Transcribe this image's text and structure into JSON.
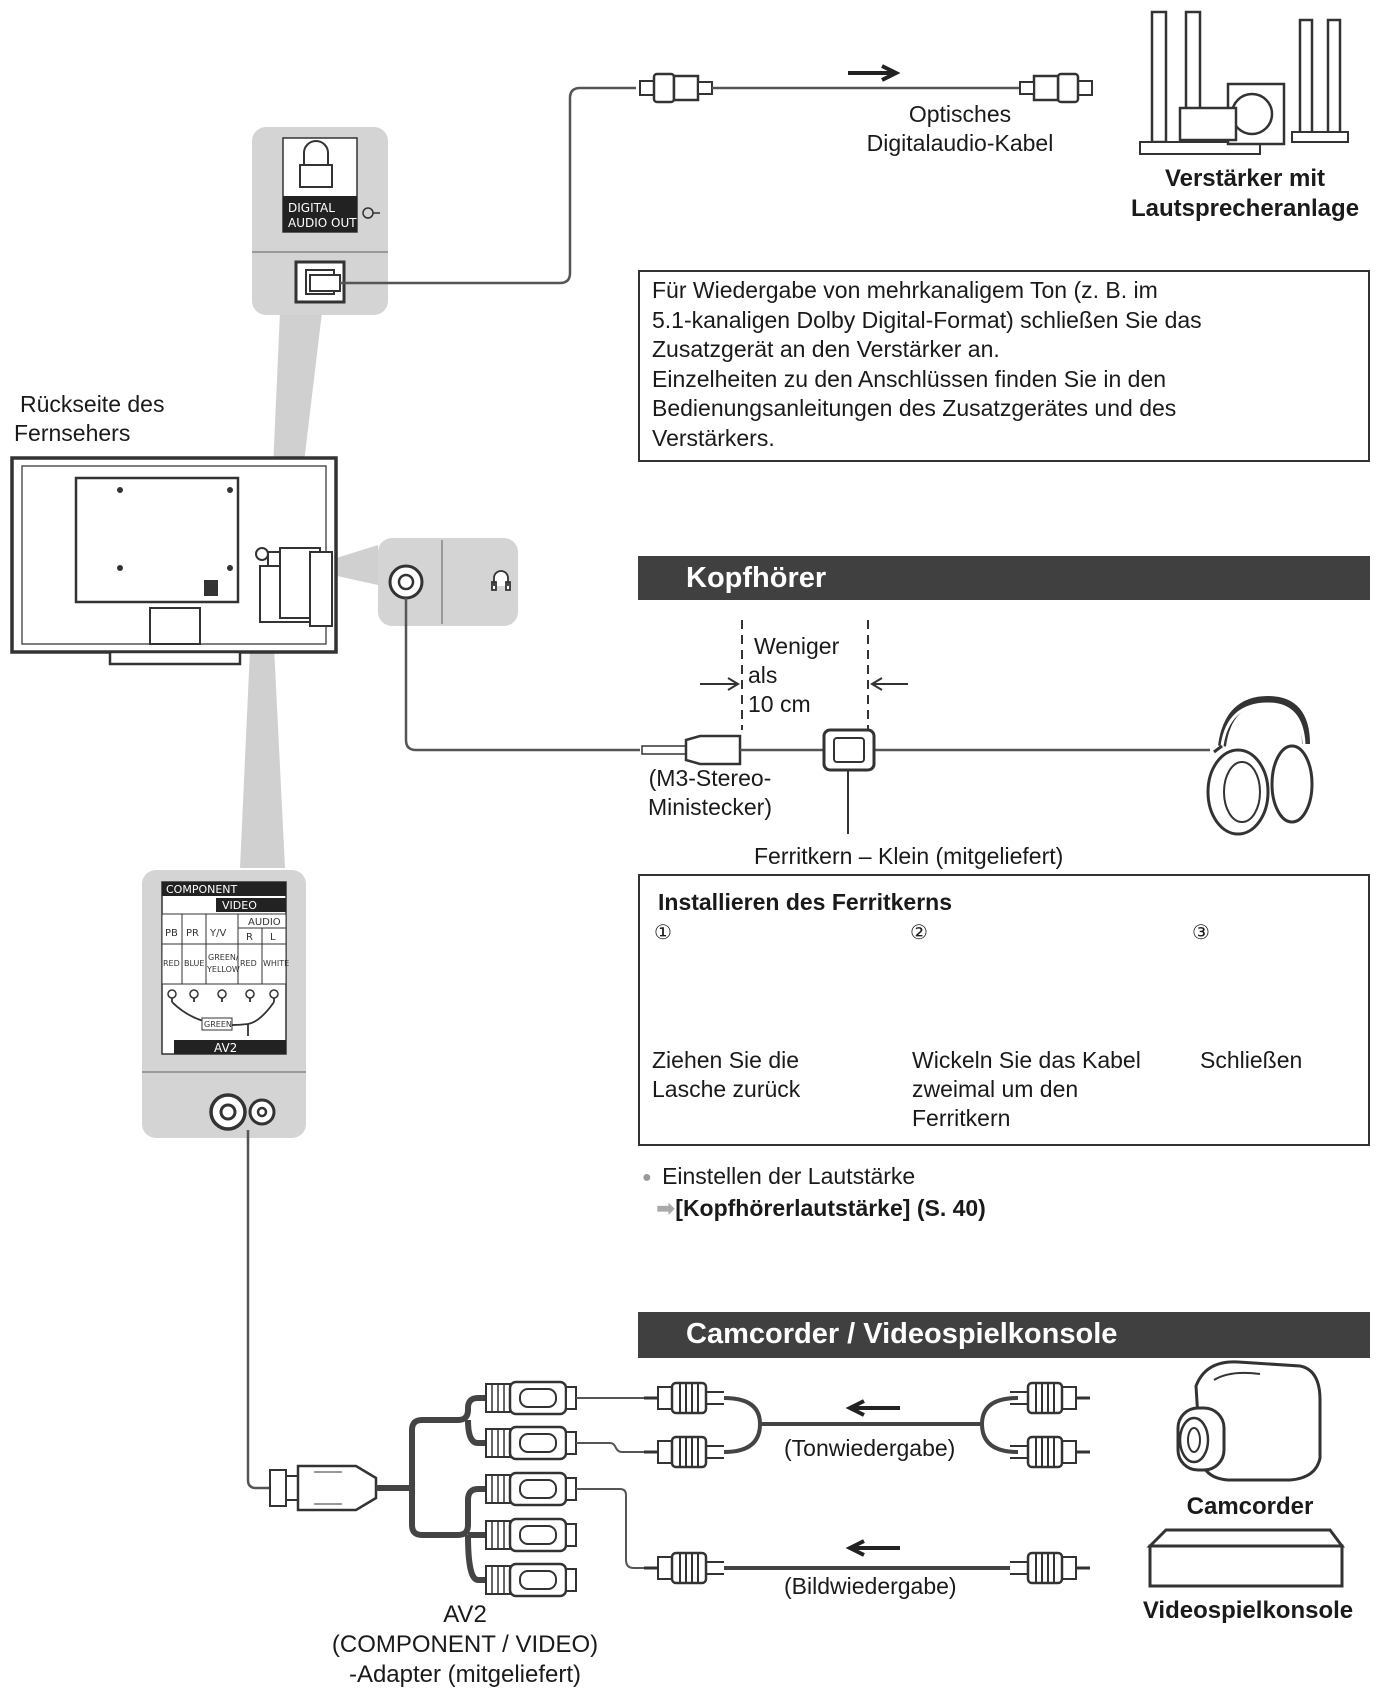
{
  "tv_rear_label": [
    "Rückseite des",
    "Fernsehers"
  ],
  "digital_audio_port": {
    "label_line1": "DIGITAL",
    "label_line2": "AUDIO OUT"
  },
  "optical_cable_label": [
    "Optisches",
    "Digitalaudio-Kabel"
  ],
  "amplifier_label": [
    "Verstärker mit",
    "Lautsprecheranlage"
  ],
  "note": [
    " Für Wiedergabe von mehrkanaligem Ton (z. B. im",
    "5.1-kanaligen Dolby Digital-Format) schließen Sie das",
    "Zusatzgerät an den Verstärker an.",
    " Einzelheiten zu den Anschlüssen finden Sie in den",
    "Bedienungsanleitungen des Zusatzgerätes und des",
    "Verstärkers."
  ],
  "headphones_section": {
    "title": "Kopfhörer",
    "distance_label": [
      "Weniger",
      "als",
      "10 cm"
    ],
    "plug_label": [
      "(M3-Stereo-",
      "Ministecker)"
    ],
    "ferrite_label": "Ferritkern – Klein (mitgeliefert)"
  },
  "ferrite_install": {
    "title": "Installieren des Ferritkerns",
    "steps": [
      {
        "number": "①",
        "text": [
          " Ziehen Sie die",
          "Lasche zurück"
        ]
      },
      {
        "number": "②",
        "text": [
          " Wickeln Sie das Kabel",
          "zweimal um den",
          "Ferritkern"
        ]
      },
      {
        "number": "③",
        "text": [
          "Schließen"
        ]
      }
    ]
  },
  "volume": {
    "bullet": "Einstellen der Lautstärke",
    "link": "[Kopfhörerlautstärke] (S. 40)"
  },
  "component_panel": {
    "component": "COMPONENT",
    "video": "VIDEO",
    "audio": "AUDIO",
    "pb": "PB",
    "pr": "PR",
    "yv": "Y/V",
    "r": "R",
    "l": "L",
    "red": "RED",
    "blue": "BLUE",
    "green": "GREEN/",
    "yellow": "YELLOW",
    "red2": "RED",
    "white": "WHITE",
    "green_tag": "GREEN",
    "av2": "AV2"
  },
  "camcorder_section": {
    "title": "Camcorder / Videospielkonsole",
    "audio_label": "(Tonwiedergabe)",
    "video_label": "(Bildwiedergabe)",
    "camcorder": "Camcorder",
    "console": "Videospielkonsole",
    "adapter_label": [
      "AV2",
      "(COMPONENT / VIDEO)",
      "-Adapter (mitgeliefert)"
    ]
  },
  "colors": {
    "bar": "#404040",
    "panel": "#d4d4d4",
    "line": "#555555"
  }
}
